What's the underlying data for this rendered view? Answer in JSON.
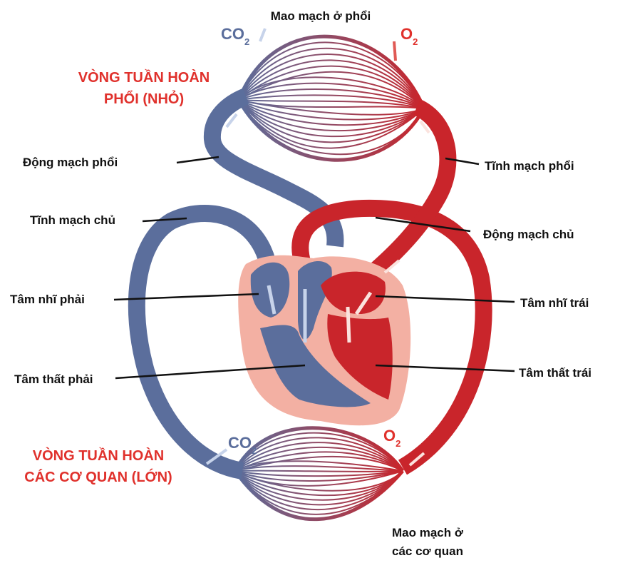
{
  "title_top": "Mao mạch ở phổi",
  "title_bottom": [
    "Mao mạch ở",
    "các cơ quan"
  ],
  "pulmonary_circuit": [
    "VÒNG TUẦN HOÀN",
    "PHỔI (NHỎ)"
  ],
  "systemic_circuit": [
    "VÒNG TUẦN HOÀN",
    "CÁC CƠ QUAN (LỚN)"
  ],
  "gases": {
    "co2": "CO",
    "o2": "O",
    "sub": "2"
  },
  "labels": {
    "pulmonary_artery": "Động mạch phổi",
    "pulmonary_vein": "Tĩnh mạch phổi",
    "vena_cava": "Tĩnh mạch chủ",
    "aorta": "Động mạch chủ",
    "right_atrium": "Tâm nhĩ phải",
    "left_atrium": "Tâm nhĩ trái",
    "right_ventricle": "Tâm thất phải",
    "left_ventricle": "Tâm thất trái"
  },
  "colors": {
    "blue": "#5b6e9c",
    "red": "#c9252b",
    "pink": "#f3b0a3",
    "title_red": "#e0312c"
  }
}
